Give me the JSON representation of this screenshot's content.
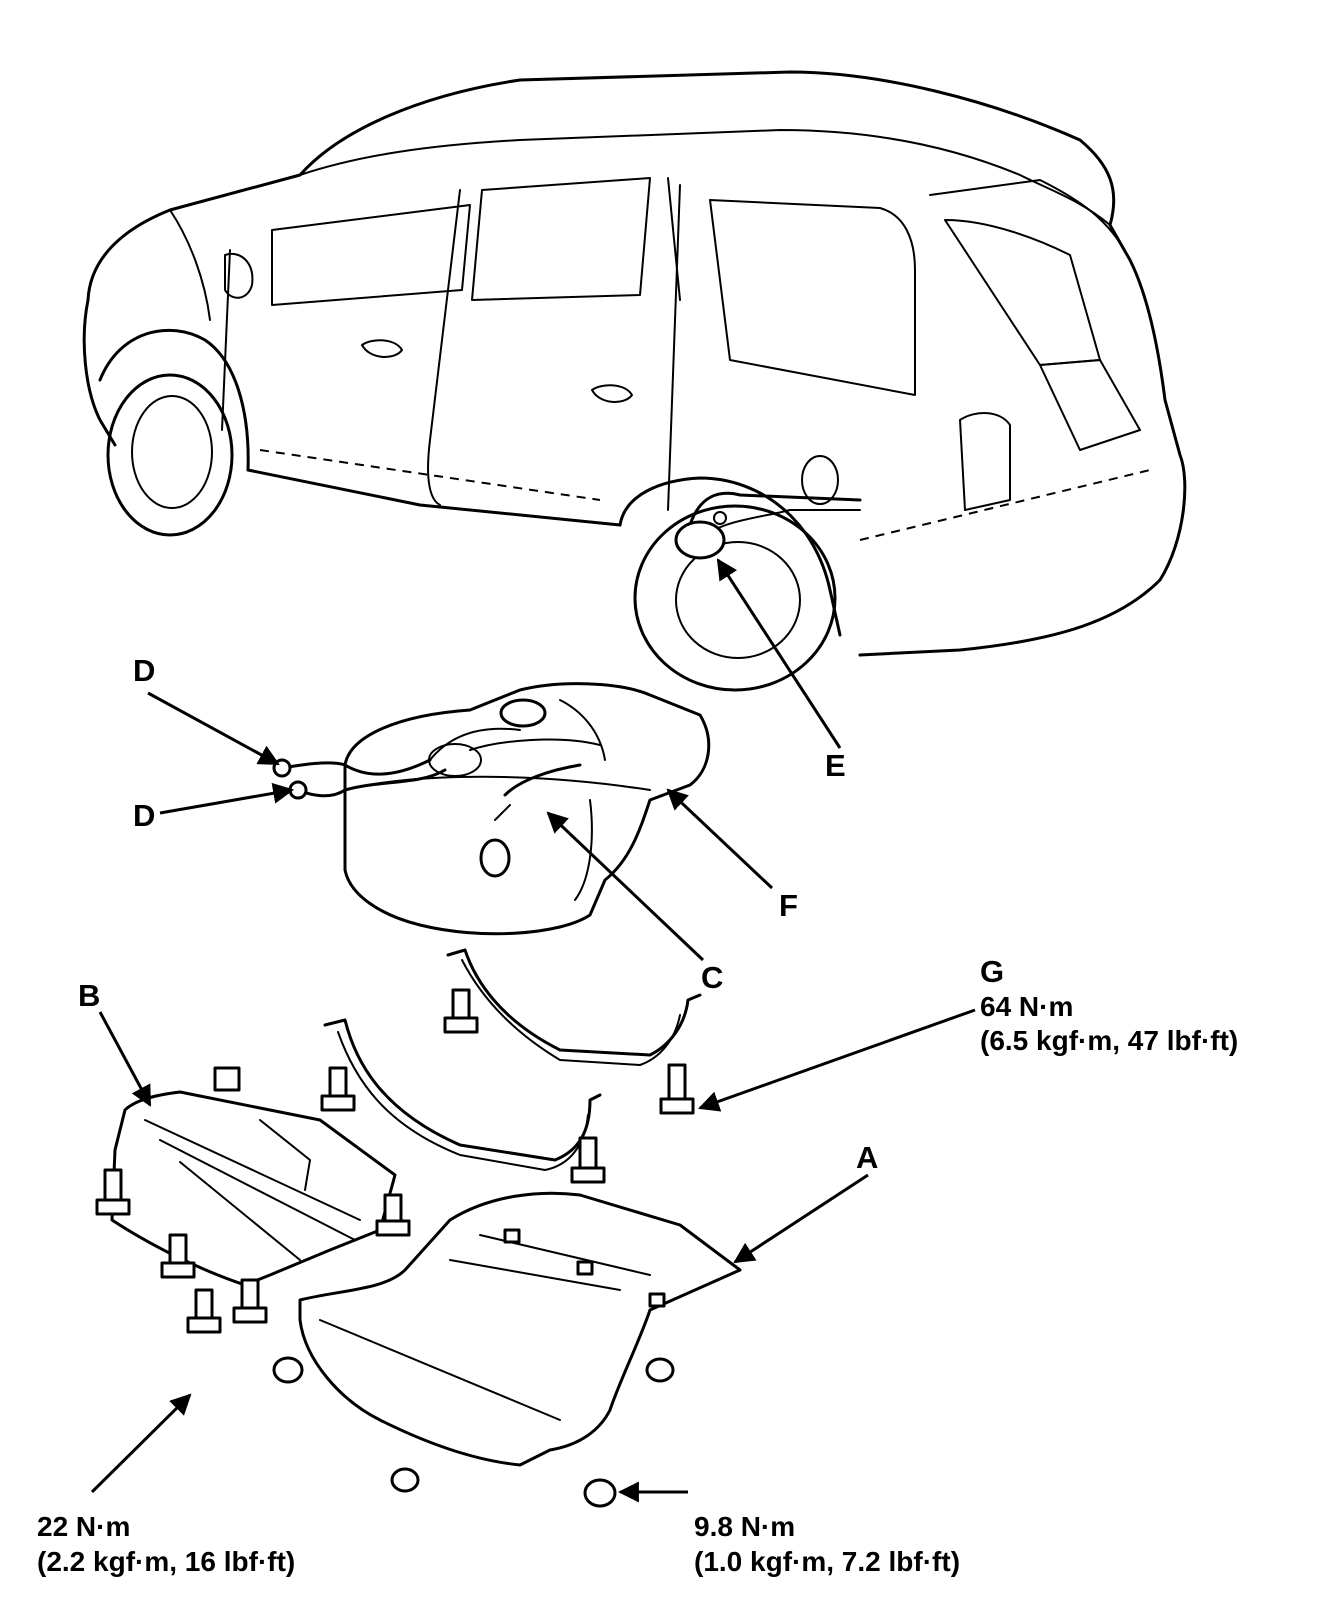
{
  "callouts": {
    "A": "A",
    "B": "B",
    "C": "C",
    "D_upper": "D",
    "D_lower": "D",
    "E": "E",
    "F": "F",
    "G": "G"
  },
  "torque": {
    "g_nm": "64 N·m",
    "g_alt": "(6.5 kgf·m, 47 lbf·ft)",
    "bolt_nm": "22 N·m",
    "bolt_alt": "(2.2 kgf·m, 16 lbf·ft)",
    "nut_nm": "9.8 N·m",
    "nut_alt": "(1.0 kgf·m, 7.2 lbf·ft)"
  }
}
